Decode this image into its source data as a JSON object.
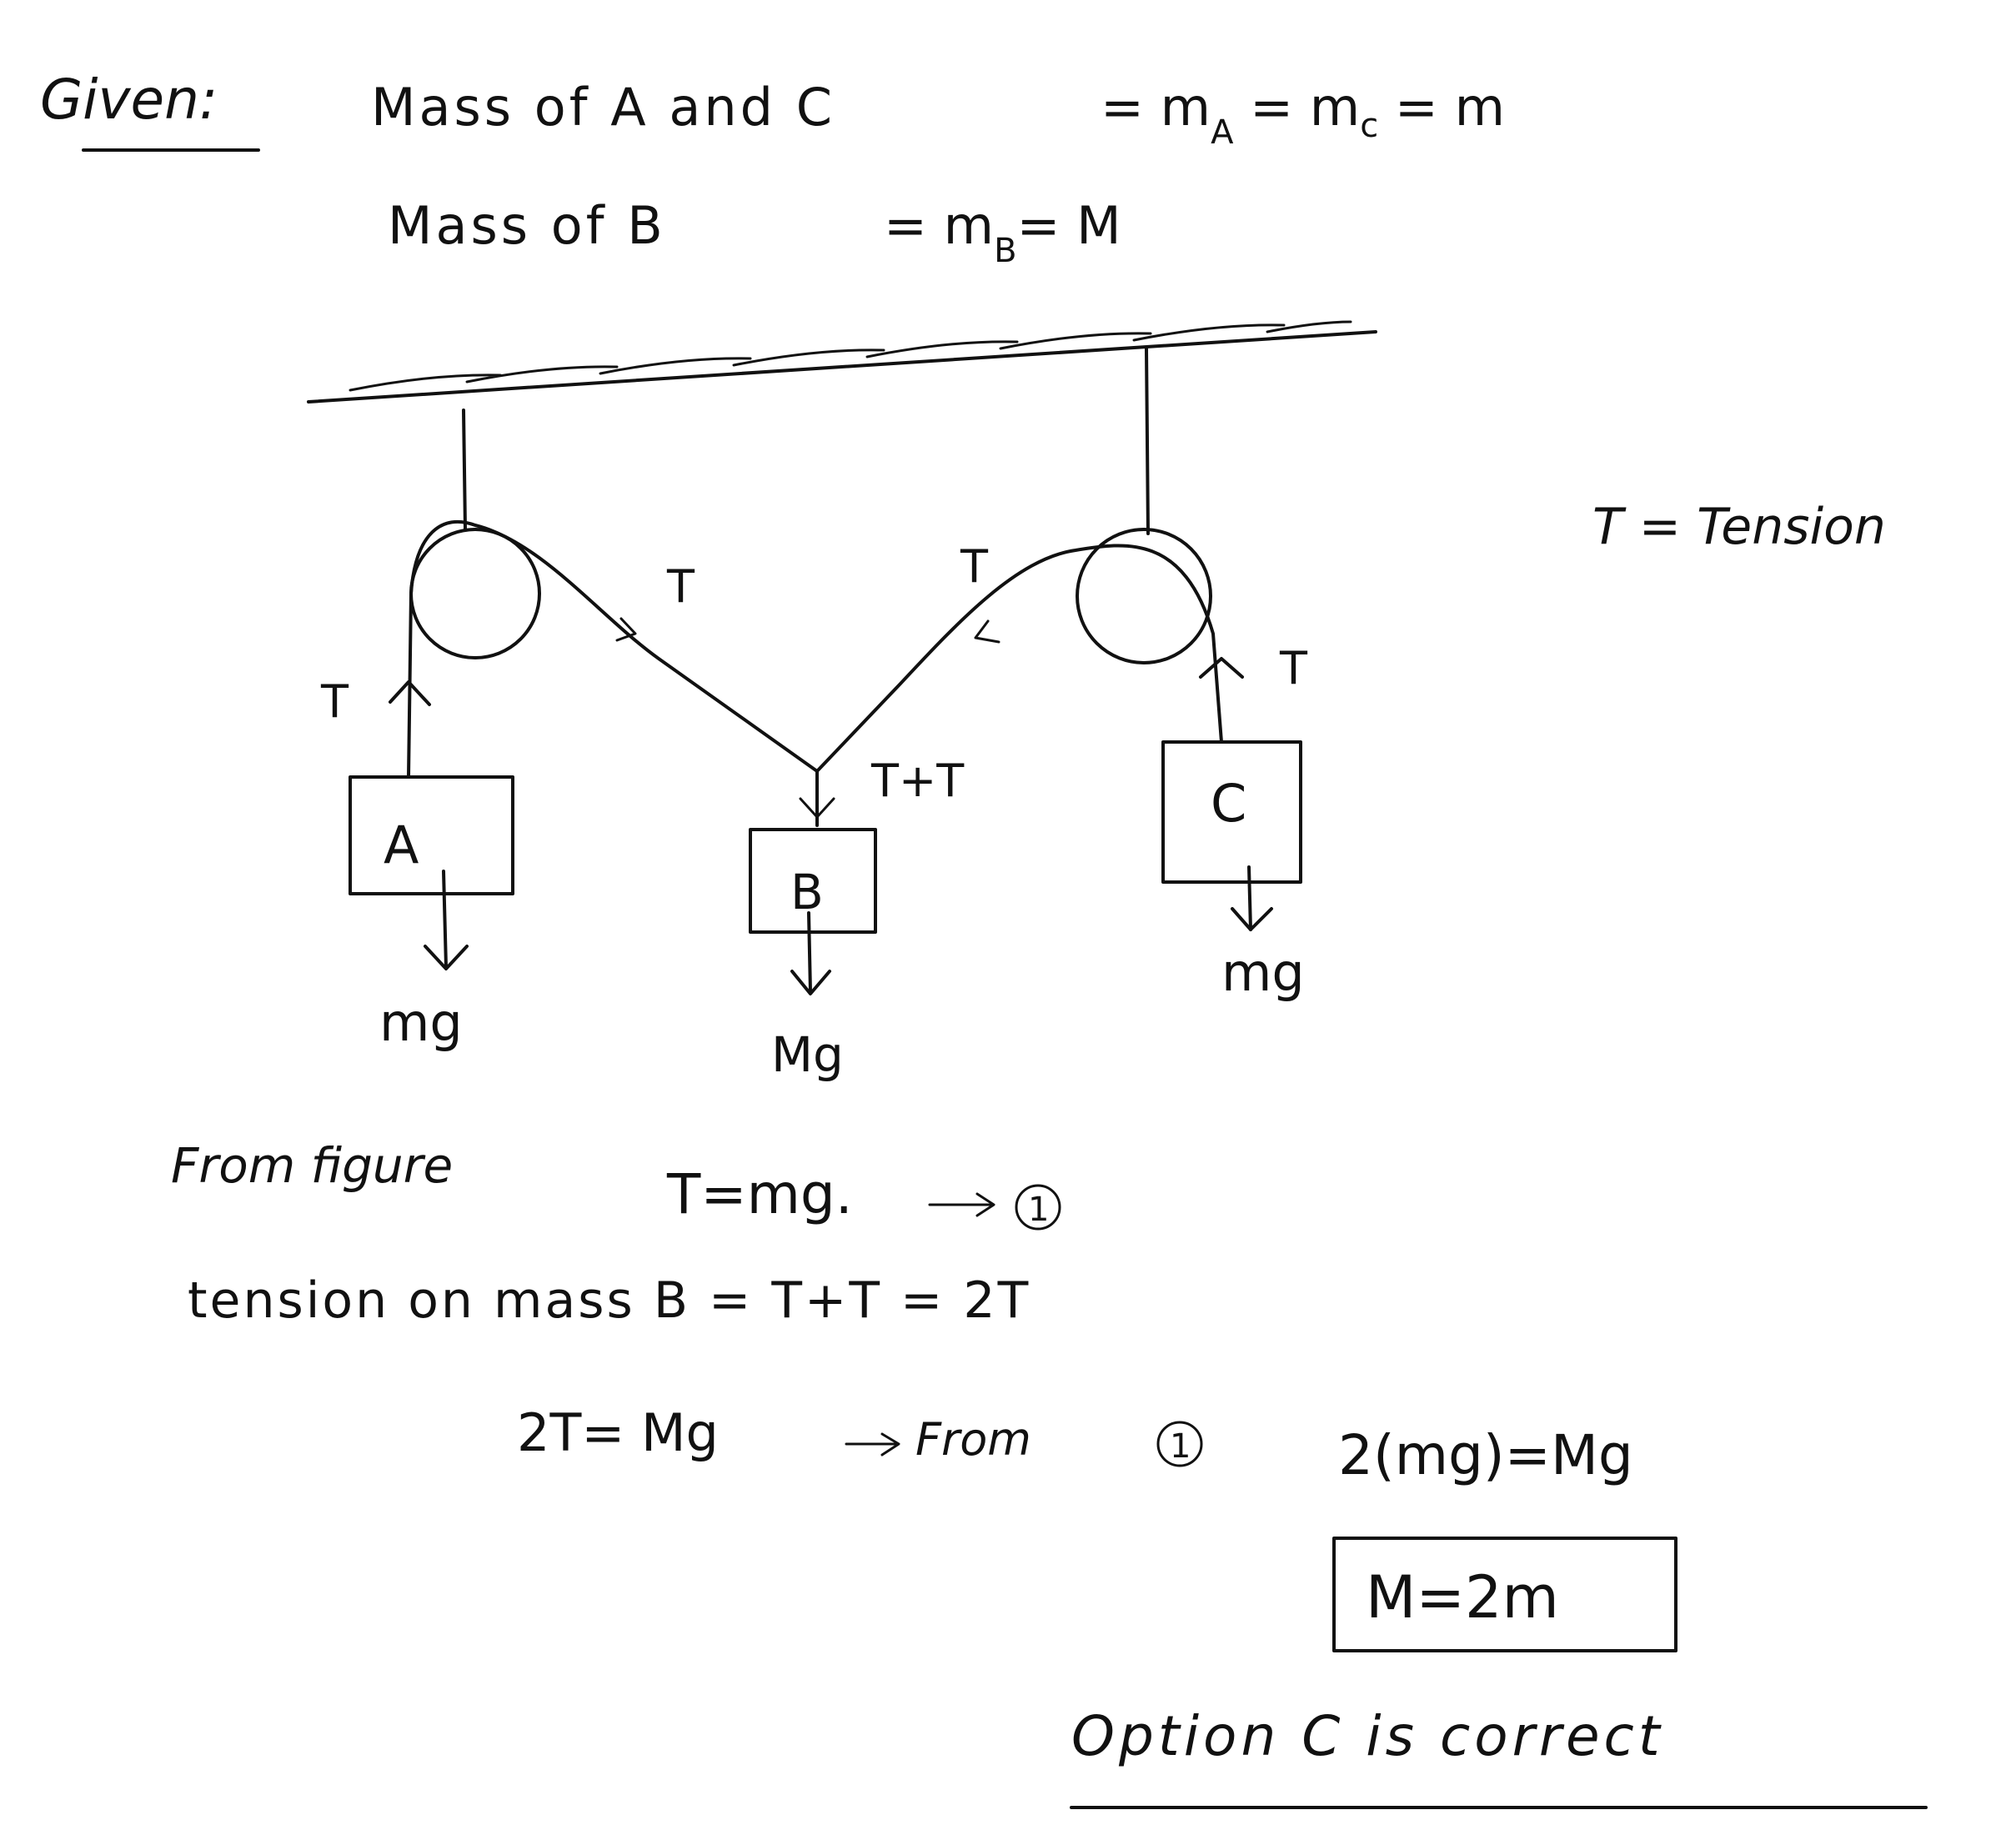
{
  "given": {
    "heading": "Given:",
    "line1_label": "Mass of A and C",
    "line1_math": "= mₐ = m꜀ = m",
    "line1_sub_a": "A",
    "line1_sub_c": "c",
    "line2_label": "Mass of B",
    "line2_math": "= m",
    "line2_sub": "B",
    "line2_rest": "= M"
  },
  "legend": {
    "text": "T = Tension"
  },
  "diagram": {
    "tension_label": "T",
    "sum_label": "T+T",
    "blocks": {
      "a": "A",
      "b": "B",
      "c": "C"
    },
    "weight_small": "mg",
    "weight_big": "Mg"
  },
  "solution": {
    "line1_prefix": "From figure",
    "line1_eq": "T=mg.",
    "line1_ref": "1",
    "line2": "tension on mass B = T+T = 2T",
    "line3_eq": "2T= Mg",
    "line3_from": "From",
    "line3_ref": "1",
    "line3_result": "2(mg)=Mg",
    "boxed": "M=2m",
    "conclusion": "Option C is correct"
  }
}
